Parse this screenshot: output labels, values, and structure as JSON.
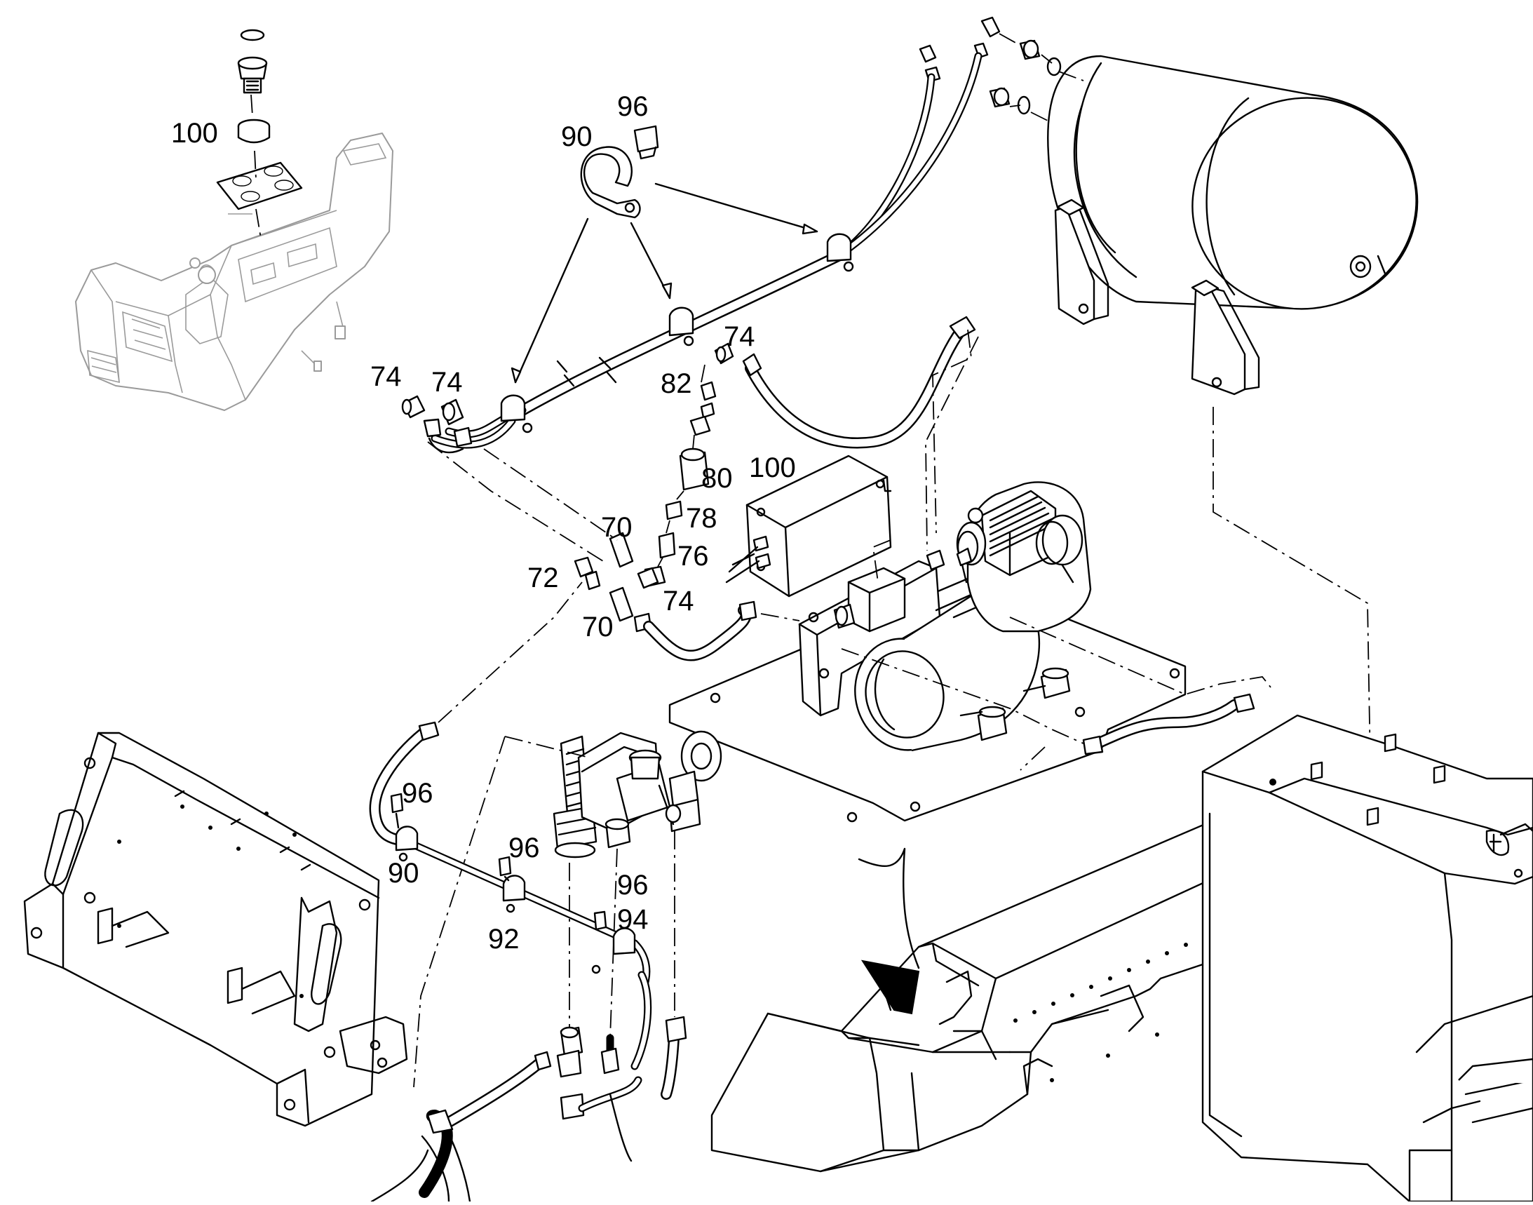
{
  "callouts": [
    {
      "id": "c100a",
      "text": "100"
    },
    {
      "id": "c90a",
      "text": "90"
    },
    {
      "id": "c96a",
      "text": "96"
    },
    {
      "id": "c74a",
      "text": "74"
    },
    {
      "id": "c74b",
      "text": "74"
    },
    {
      "id": "c74c",
      "text": "74"
    },
    {
      "id": "c82",
      "text": "82"
    },
    {
      "id": "c80",
      "text": "80"
    },
    {
      "id": "c100b",
      "text": "100"
    },
    {
      "id": "c78",
      "text": "78"
    },
    {
      "id": "c70a",
      "text": "70"
    },
    {
      "id": "c76",
      "text": "76"
    },
    {
      "id": "c72",
      "text": "72"
    },
    {
      "id": "c74d",
      "text": "74"
    },
    {
      "id": "c70b",
      "text": "70"
    },
    {
      "id": "c96b",
      "text": "96"
    },
    {
      "id": "c90b",
      "text": "90"
    },
    {
      "id": "c96c",
      "text": "96"
    },
    {
      "id": "c96d",
      "text": "96"
    },
    {
      "id": "c94",
      "text": "94"
    },
    {
      "id": "c92",
      "text": "92"
    }
  ],
  "components": [
    {
      "name": "cab-control-console",
      "style": "grey"
    },
    {
      "name": "air-tank"
    },
    {
      "name": "air-compressor"
    },
    {
      "name": "electrical-box"
    },
    {
      "name": "mounting-plate"
    },
    {
      "name": "pressure-valve-assembly"
    },
    {
      "name": "front-bracket"
    },
    {
      "name": "chassis-frame"
    },
    {
      "name": "rear-housing"
    },
    {
      "name": "hose-lines"
    }
  ]
}
